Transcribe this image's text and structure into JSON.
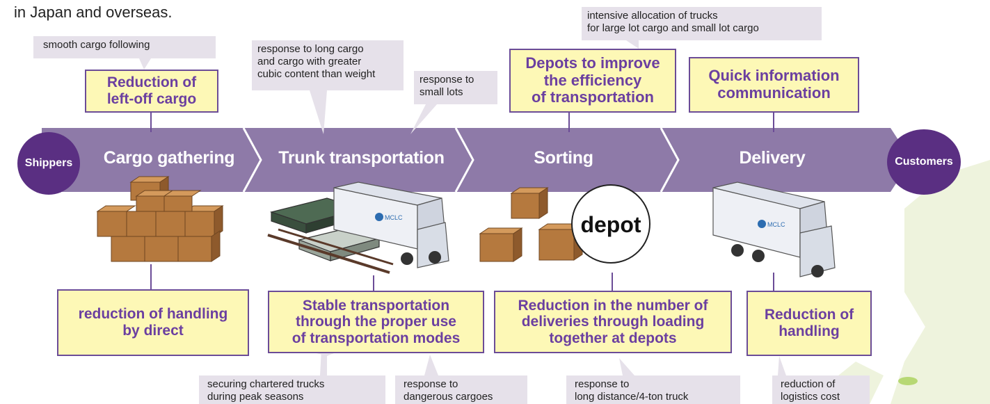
{
  "intro_text": "in Japan and overseas.",
  "endpoints": {
    "start": "Shippers",
    "end": "Customers"
  },
  "stages": [
    "Cargo gathering",
    "Trunk transportation",
    "Sorting",
    "Delivery"
  ],
  "depot_label": "depot",
  "truck_logo": "MCLC",
  "top_boxes": [
    "Reduction of\nleft-off cargo",
    "Depots to improve\nthe efficiency\nof transportation",
    "Quick information\ncommunication"
  ],
  "bottom_boxes": [
    "reduction of handling\nby direct",
    "Stable transportation\nthrough the proper use\nof transportation modes",
    "Reduction in the number of\ndeliveries through loading\ntogether at depots",
    "Reduction of\nhandling"
  ],
  "top_notes": [
    "smooth cargo following",
    "response to long cargo\nand cargo with greater\ncubic content than weight",
    "response to\nsmall lots",
    "intensive allocation of trucks\nfor large lot cargo and small lot cargo"
  ],
  "bottom_notes": [
    "securing chartered trucks\nduring peak seasons",
    "response to\ndangerous cargoes",
    "response to\nlong distance/4-ton truck",
    "reduction of\nlogistics cost"
  ],
  "colors": {
    "band": "#8e7aa8",
    "band_dark": "#6f5a8c",
    "endpoint": "#5a2f82",
    "box_fill": "#fdf8b6",
    "box_border": "#6b4c97",
    "box_text": "#6b3fa0",
    "note_fill": "#e6e1ea",
    "map_green": "#eef3dd"
  }
}
